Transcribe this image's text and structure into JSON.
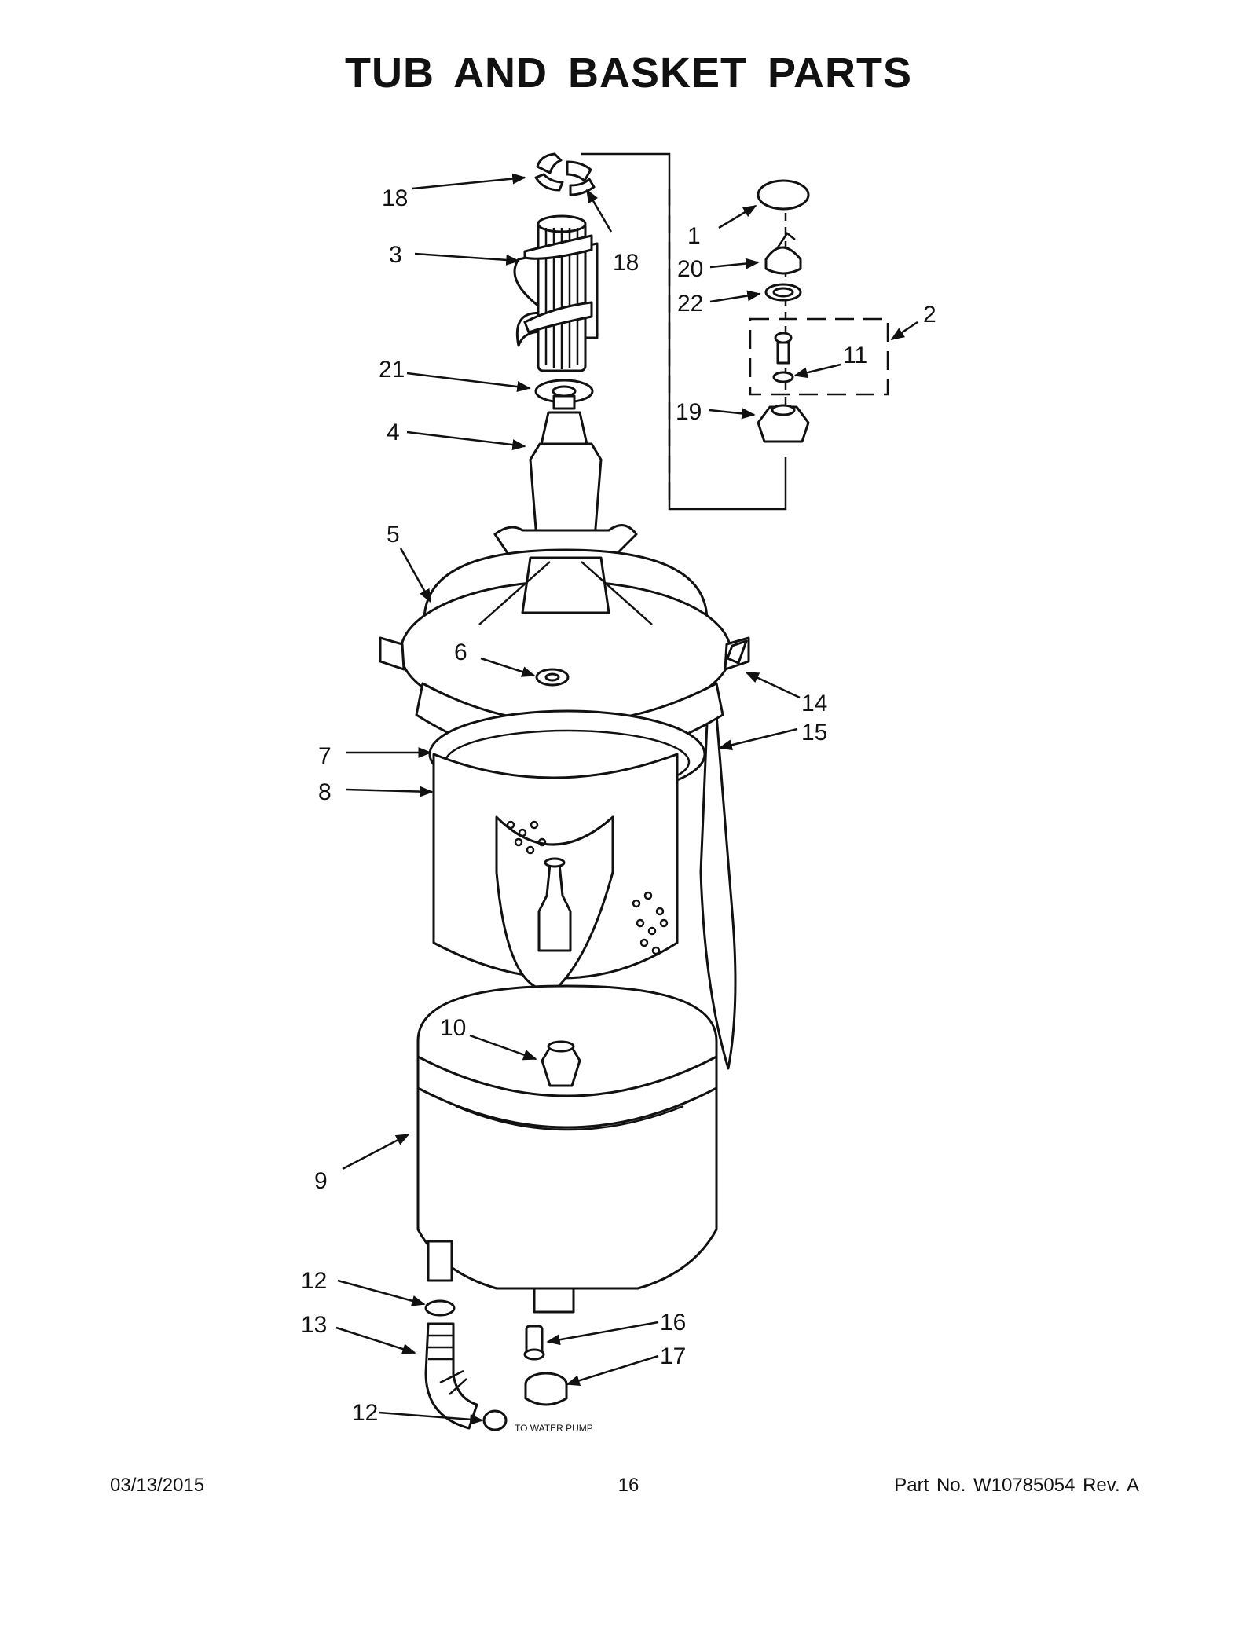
{
  "page": {
    "title": "TUB AND BASKET PARTS",
    "footer": {
      "date": "03/13/2015",
      "page_number": "16",
      "part_number": "Part No.  W10785054  Rev.  A"
    }
  },
  "diagram": {
    "callouts": {
      "c1": "1",
      "c2": "2",
      "c3": "3",
      "c4": "4",
      "c5": "5",
      "c6": "6",
      "c7": "7",
      "c8": "8",
      "c9": "9",
      "c10": "10",
      "c11": "11",
      "c12a": "12",
      "c12b": "12",
      "c13": "13",
      "c14": "14",
      "c15": "15",
      "c16": "16",
      "c17": "17",
      "c18a": "18",
      "c18b": "18",
      "c19": "19",
      "c20": "20",
      "c21": "21",
      "c22": "22"
    },
    "note_to_water_pump": "TO WATER PUMP"
  }
}
